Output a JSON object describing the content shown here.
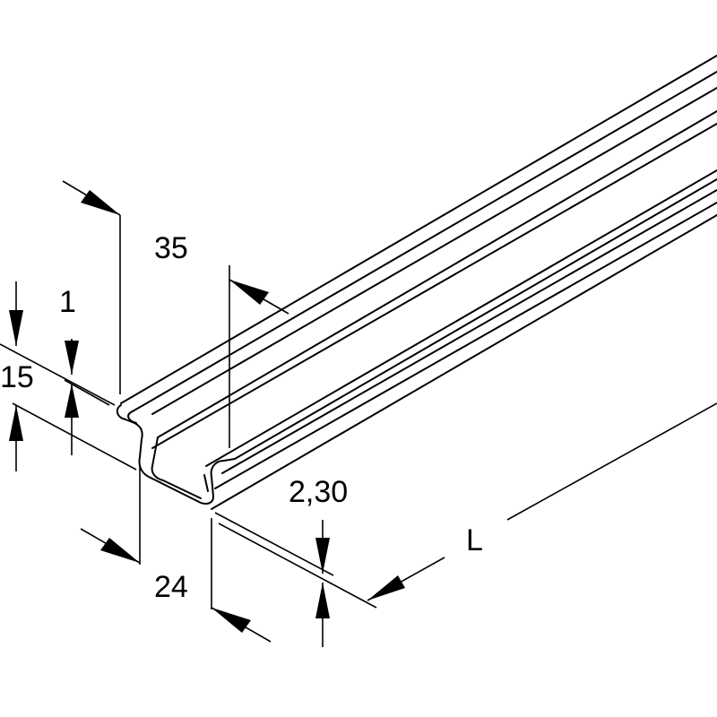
{
  "dimensions": {
    "width": "35",
    "height": "15",
    "thickness": "1",
    "inner_width": "24",
    "edge": "2,30",
    "length": "L"
  }
}
